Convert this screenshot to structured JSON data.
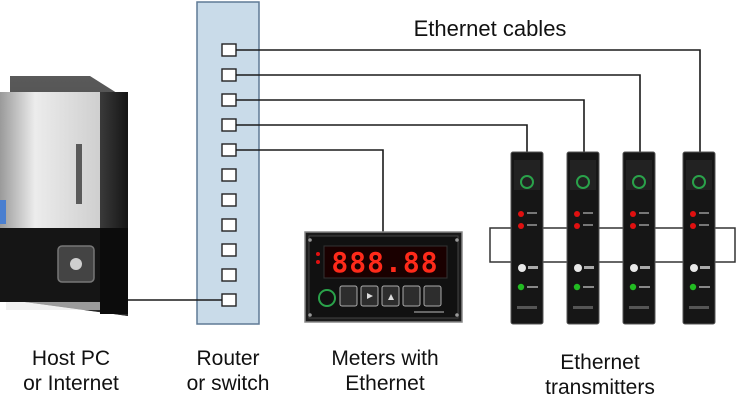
{
  "title": "Ethernet cables",
  "labels": {
    "host": [
      "Host PC",
      "or Internet"
    ],
    "router": [
      "Router",
      "or switch"
    ],
    "meters": [
      "Meters with",
      "Ethernet"
    ],
    "transmitters": [
      "Ethernet",
      "transmitters"
    ]
  },
  "meter_display": "888.88",
  "colors": {
    "router_fill": "#c9dbe9",
    "router_border": "#5f7a95",
    "cable": "#1a1a1a",
    "led": "#e01010",
    "display_digits": "#ff2a1a",
    "status_led": "#22bb22"
  },
  "router": {
    "port_count": 11
  }
}
